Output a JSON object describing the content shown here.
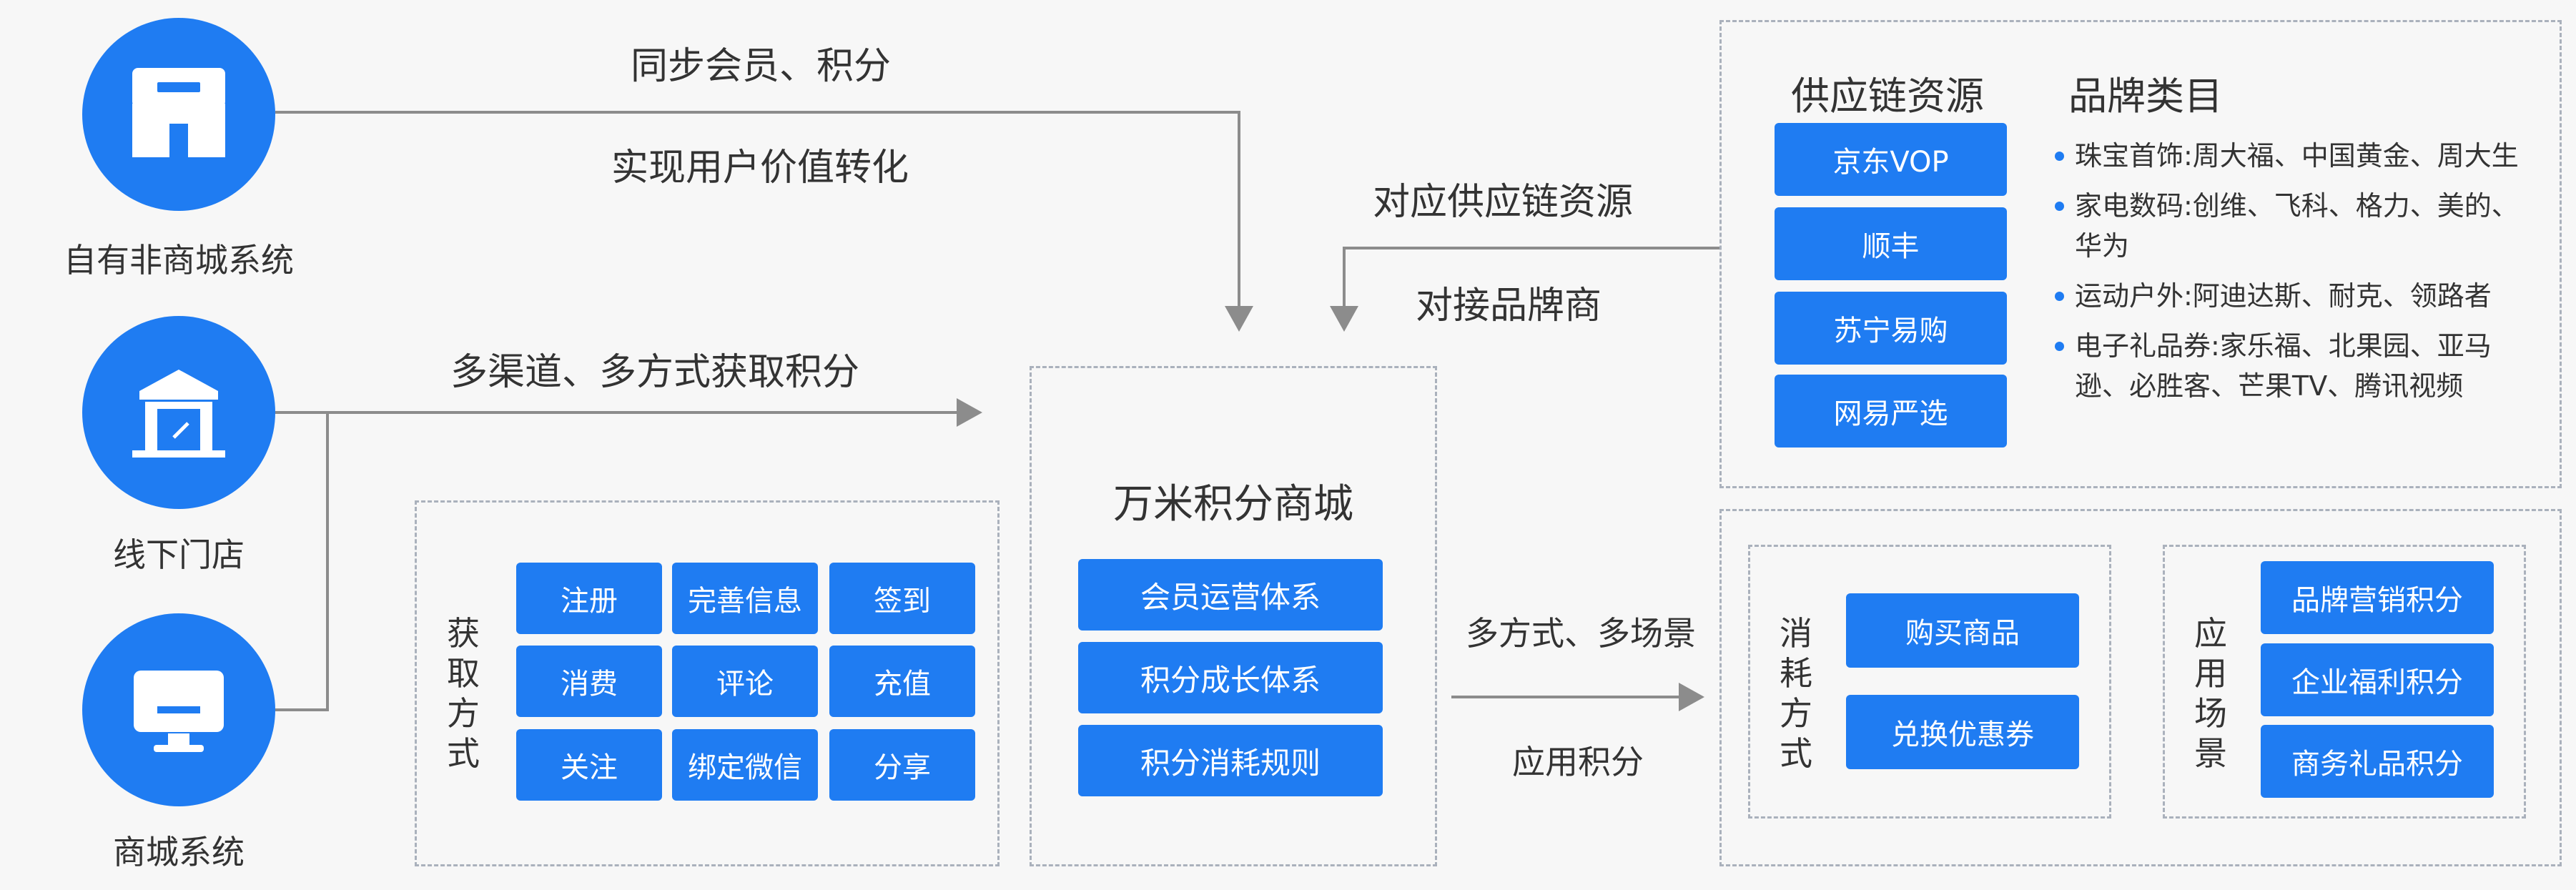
{
  "sources": [
    {
      "icon": "storefront-icon",
      "label": "自有非商城系统"
    },
    {
      "icon": "shop-icon",
      "label": "线下门店"
    },
    {
      "icon": "monitor-icon",
      "label": "商城系统"
    }
  ],
  "flow": {
    "sync_line1": "同步会员、积分",
    "sync_line2": "实现用户价值转化",
    "multi_channel": "多渠道、多方式获取积分",
    "supply_line1": "对应供应链资源",
    "supply_line2": "对接品牌商",
    "apply_line1": "多方式、多场景",
    "apply_line2": "应用积分"
  },
  "acquire": {
    "title": "获取方式",
    "methods": [
      "注册",
      "完善信息",
      "签到",
      "消费",
      "评论",
      "充值",
      "关注",
      "绑定微信",
      "分享"
    ]
  },
  "center": {
    "title": "万米积分商城",
    "items": [
      "会员运营体系",
      "积分成长体系",
      "积分消耗规则"
    ]
  },
  "supply": {
    "title": "供应链资源",
    "items": [
      "京东VOP",
      "顺丰",
      "苏宁易购",
      "网易严选"
    ]
  },
  "brands": {
    "title": "品牌类目",
    "items": [
      "珠宝首饰:周大福、中国黄金、周大生",
      "家电数码:创维、飞科、格力、美的、华为",
      "运动户外:阿迪达斯、耐克、领路者",
      "电子礼品券:家乐福、北果园、亚马逊、必胜客、芒果TV、腾讯视频"
    ]
  },
  "consume": {
    "title": "消耗方式",
    "items": [
      "购买商品",
      "兑换优惠券"
    ]
  },
  "scenes": {
    "title": "应用场景",
    "items": [
      "品牌营销积分",
      "企业福利积分",
      "商务礼品积分"
    ]
  },
  "colors": {
    "accent": "#1f7cf2",
    "line": "#8c8c8c",
    "dashed_border": "#aab1bc",
    "background": "#f7f7f7"
  }
}
